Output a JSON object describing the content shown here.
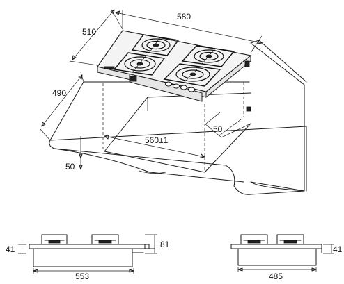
{
  "diagram": {
    "dimensions": {
      "hob_width": "580",
      "hob_depth": "510",
      "counter_depth": "490",
      "cutout_width": "560±1",
      "edge_clearance": "50",
      "front_offset": "50",
      "front_height": "41",
      "front_total_height": "81",
      "front_width": "553",
      "side_height": "41",
      "side_width": "485"
    },
    "colors": {
      "line": "#1a1a1a",
      "background": "#ffffff"
    }
  }
}
